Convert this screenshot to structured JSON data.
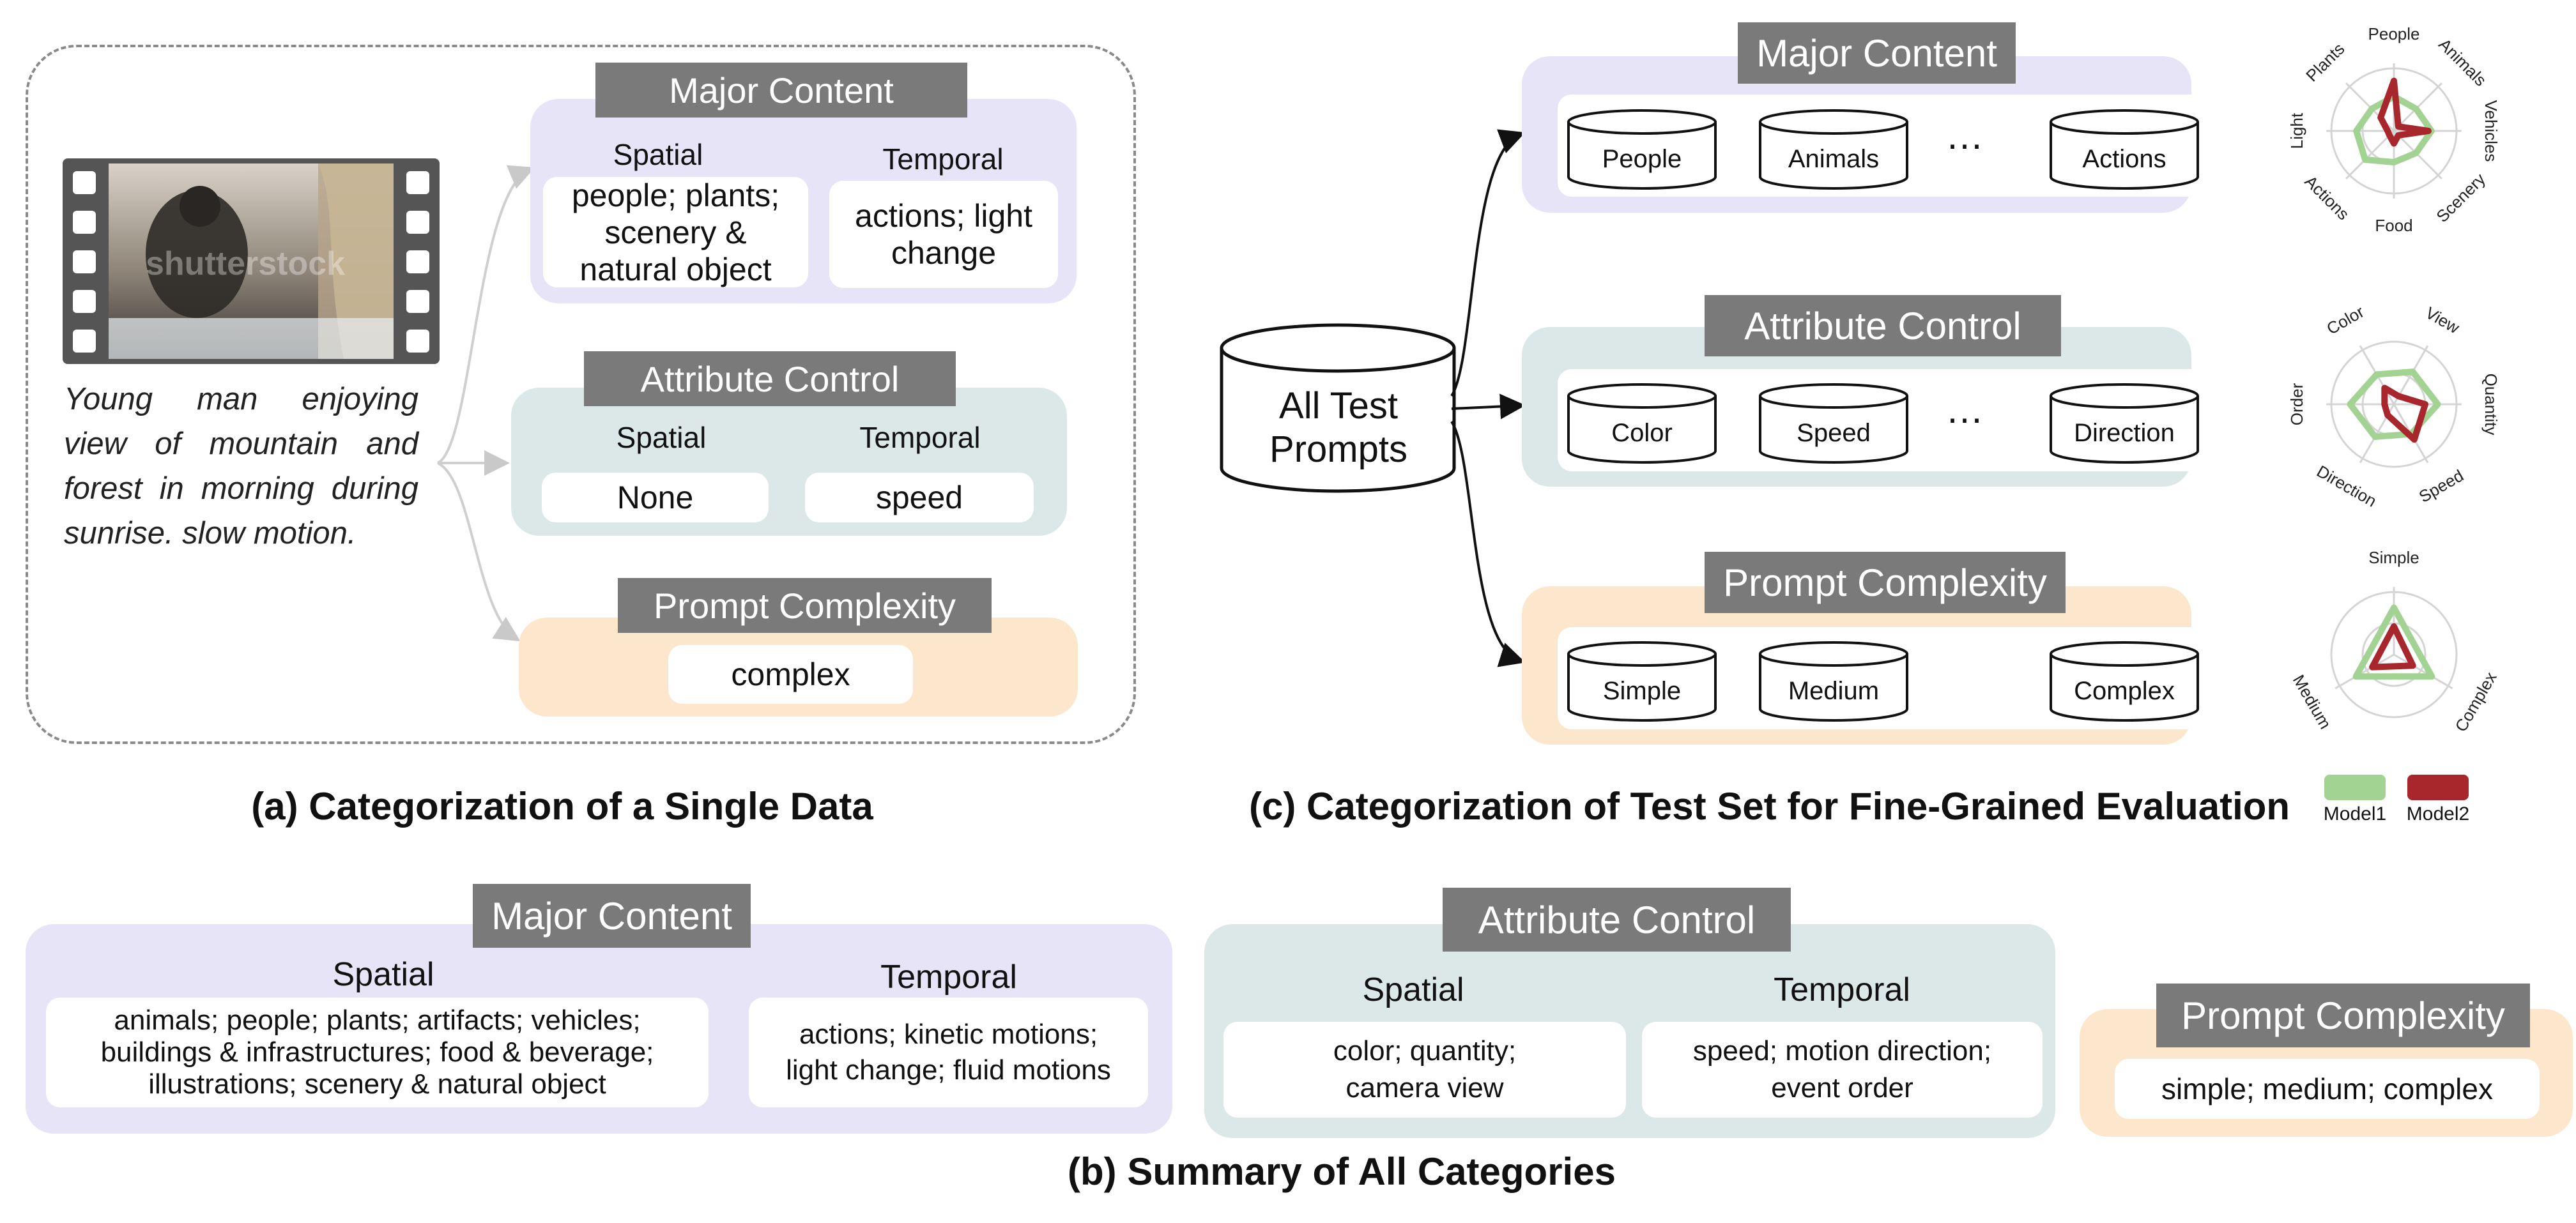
{
  "panel_a": {
    "caption": "(a) Categorization of a Single Data",
    "video_watermark": "shutterstock",
    "prompt_text": "Young man enjoying view of mountain and forest in morning during sunrise. slow motion.",
    "major_content": {
      "title": "Major Content",
      "spatial_label": "Spatial",
      "temporal_label": "Temporal",
      "spatial_value": "people; plants; scenery & natural object",
      "temporal_value": "actions; light change"
    },
    "attribute_control": {
      "title": "Attribute Control",
      "spatial_label": "Spatial",
      "temporal_label": "Temporal",
      "spatial_value": "None",
      "temporal_value": "speed"
    },
    "prompt_complexity": {
      "title": "Prompt Complexity",
      "value": "complex"
    }
  },
  "panel_c": {
    "caption": "(c) Categorization of Test Set for Fine-Grained Evaluation",
    "source_label": "All Test Prompts",
    "ellipsis": "…",
    "major_content": {
      "title": "Major Content",
      "items": [
        "People",
        "Animals",
        "Actions"
      ]
    },
    "attribute_control": {
      "title": "Attribute Control",
      "items": [
        "Color",
        "Speed",
        "Direction"
      ]
    },
    "prompt_complexity": {
      "title": "Prompt Complexity",
      "items": [
        "Simple",
        "Medium",
        "Complex"
      ]
    }
  },
  "radar_legend": {
    "model1": "Model1",
    "model2": "Model2",
    "model1_color": "#a3d393",
    "model2_color": "#a8272c"
  },
  "chart_data": [
    {
      "type": "radar",
      "axes": [
        "People",
        "Animals",
        "Vehicles",
        "Scenery",
        "Food",
        "Actions",
        "Light",
        "Plants"
      ],
      "series": [
        {
          "name": "Model1",
          "values": [
            0.55,
            0.5,
            0.6,
            0.5,
            0.5,
            0.65,
            0.6,
            0.5
          ]
        },
        {
          "name": "Model2",
          "values": [
            0.8,
            0.1,
            0.55,
            0.1,
            0.2,
            0.1,
            0.1,
            0.3
          ]
        }
      ]
    },
    {
      "type": "radar",
      "axes": [
        "View",
        "Quantity",
        "Speed",
        "Direction",
        "Order",
        "Color"
      ],
      "series": [
        {
          "name": "Model1",
          "values": [
            0.6,
            0.7,
            0.55,
            0.6,
            0.7,
            0.55
          ]
        },
        {
          "name": "Model2",
          "values": [
            0.15,
            0.5,
            0.65,
            0.2,
            0.15,
            0.3
          ]
        }
      ]
    },
    {
      "type": "radar",
      "axes": [
        "Simple",
        "Complex",
        "Medium"
      ],
      "series": [
        {
          "name": "Model1",
          "values": [
            0.75,
            0.7,
            0.7
          ]
        },
        {
          "name": "Model2",
          "values": [
            0.45,
            0.35,
            0.4
          ]
        }
      ]
    }
  ],
  "panel_b": {
    "caption": "(b) Summary of All Categories",
    "major_content": {
      "title": "Major Content",
      "spatial_label": "Spatial",
      "temporal_label": "Temporal",
      "spatial_lines": [
        "animals; people; plants; artifacts; vehicles;",
        "buildings & infrastructures; food & beverage;",
        "illustrations; scenery & natural object"
      ],
      "temporal_lines": [
        "actions; kinetic motions;",
        "light change; fluid motions"
      ]
    },
    "attribute_control": {
      "title": "Attribute Control",
      "spatial_label": "Spatial",
      "temporal_label": "Temporal",
      "spatial_lines": [
        "color; quantity;",
        "camera view"
      ],
      "temporal_lines": [
        "speed; motion direction;",
        "event order"
      ]
    },
    "prompt_complexity": {
      "title": "Prompt Complexity",
      "value": "simple; medium; complex"
    }
  }
}
